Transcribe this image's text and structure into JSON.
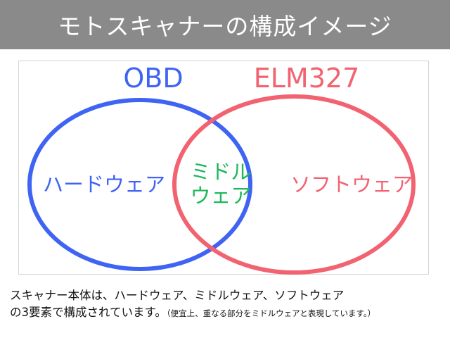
{
  "header": {
    "title": "モトスキャナーの構成イメージ",
    "background": "#8a8a8a",
    "text_color": "#ffffff"
  },
  "diagram": {
    "left_set": {
      "title": "OBD",
      "label": "ハードウェア",
      "color": "#3f64f4"
    },
    "right_set": {
      "title": "ELM327",
      "label": "ソフトウェア",
      "color": "#f26270"
    },
    "overlap": {
      "label_line1": "ミドル",
      "label_line2": "ウェア",
      "color": "#1db85a"
    }
  },
  "caption": {
    "line1": "スキャナー本体は、ハードウェア、ミドルウェア、ソフトウェア",
    "line2": "の3要素で構成されています。",
    "note": "（便宜上、重なる部分をミドルウェアと表現しています。）"
  }
}
